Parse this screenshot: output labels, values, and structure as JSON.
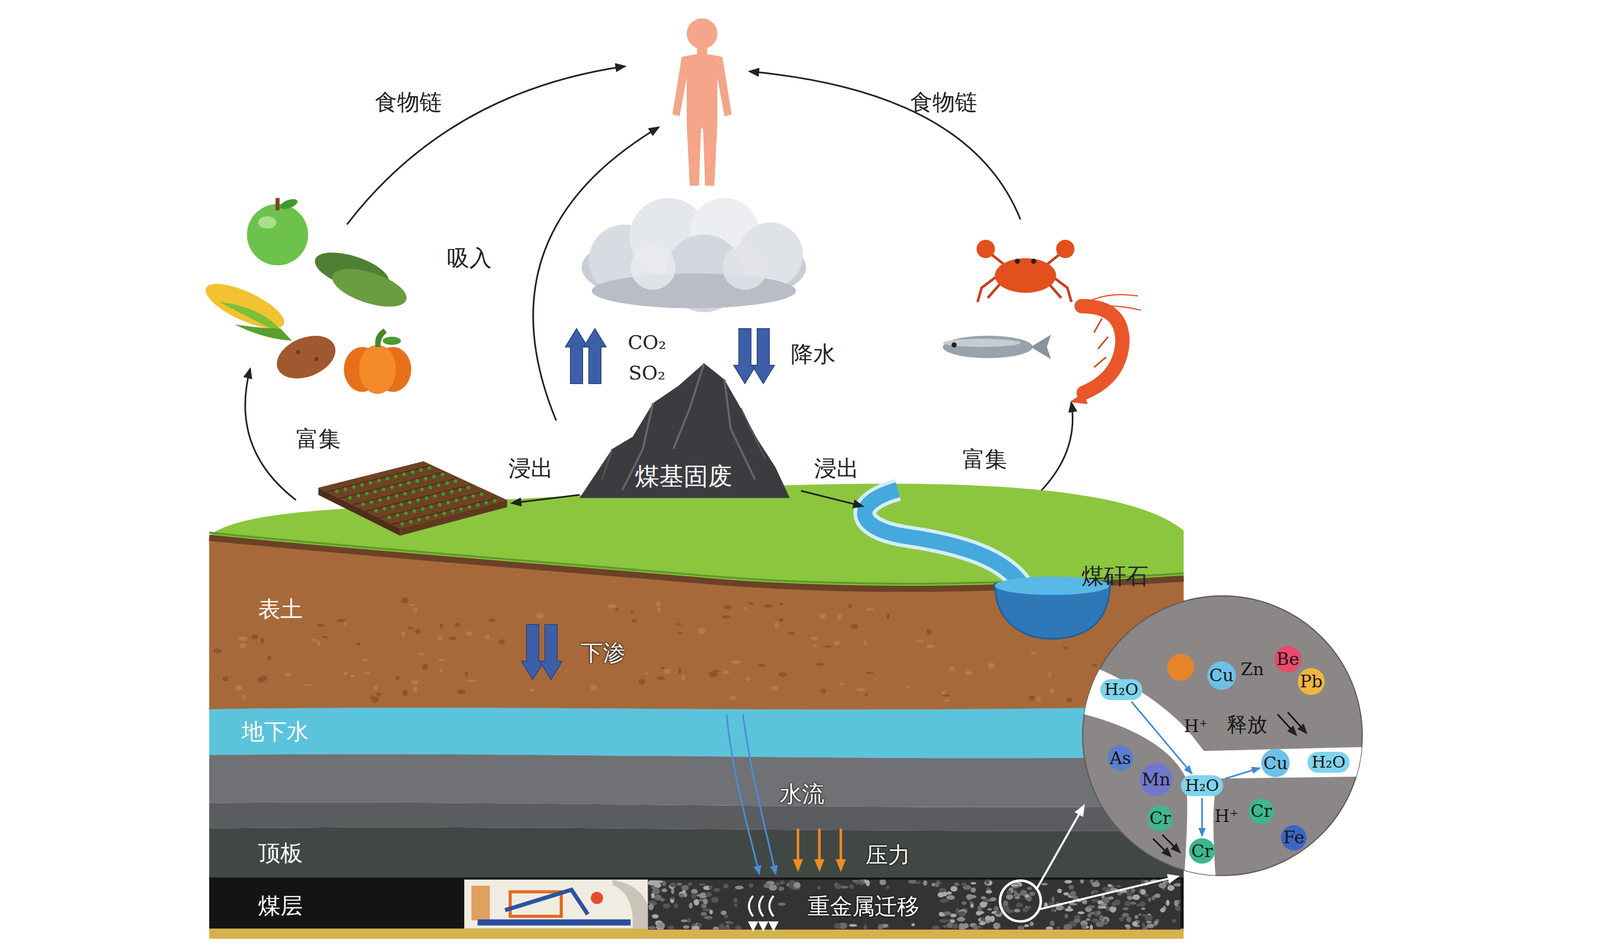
{
  "diagram": {
    "nodes": [
      {
        "text": [
          "煤基固废"
        ]
      },
      {
        "text": [
          "表土"
        ]
      },
      {
        "text": [
          "地下水"
        ]
      },
      {
        "text": [
          "顶板"
        ]
      },
      {
        "text": [
          "煤层"
        ]
      },
      {
        "text": [
          "煤矸石"
        ]
      },
      {
        "text": [
          "Zn"
        ],
        "in": 5
      },
      {
        "text": [
          "Cu"
        ],
        "in": 5
      },
      {
        "text": [
          "Be"
        ],
        "in": 5
      },
      {
        "text": [
          "Pb"
        ],
        "in": 5
      },
      {
        "text": [
          "H₂O"
        ],
        "in": 5
      },
      {
        "text": [
          "As"
        ],
        "in": 5
      },
      {
        "text": [
          "Mn"
        ],
        "in": 5
      },
      {
        "text": [
          "H₂O"
        ],
        "in": 5
      },
      {
        "text": [
          "Cu"
        ],
        "in": 5
      },
      {
        "text": [
          "H₂O"
        ],
        "in": 5
      },
      {
        "text": [
          "Cr"
        ],
        "in": 5
      },
      {
        "text": [
          "Cr"
        ],
        "in": 5
      },
      {
        "text": [
          "Fe"
        ],
        "in": 5
      },
      {
        "text": [
          "Cr"
        ],
        "in": 5
      }
    ],
    "edges": [
      {
        "from": 10,
        "to": 13,
        "arrow": "to"
      },
      {
        "from": 13,
        "to": 14,
        "arrow": "to"
      },
      {
        "from": 13,
        "to": 19,
        "arrow": "to"
      }
    ],
    "labels": [
      "食物链",
      "食物链",
      "吸入",
      "CO₂",
      "SO₂",
      "降水",
      "富集",
      "富集",
      "浸出",
      "浸出",
      "下渗",
      "水流",
      "压力",
      "重金属迁移",
      "H⁺",
      "释放",
      "H⁺"
    ]
  }
}
